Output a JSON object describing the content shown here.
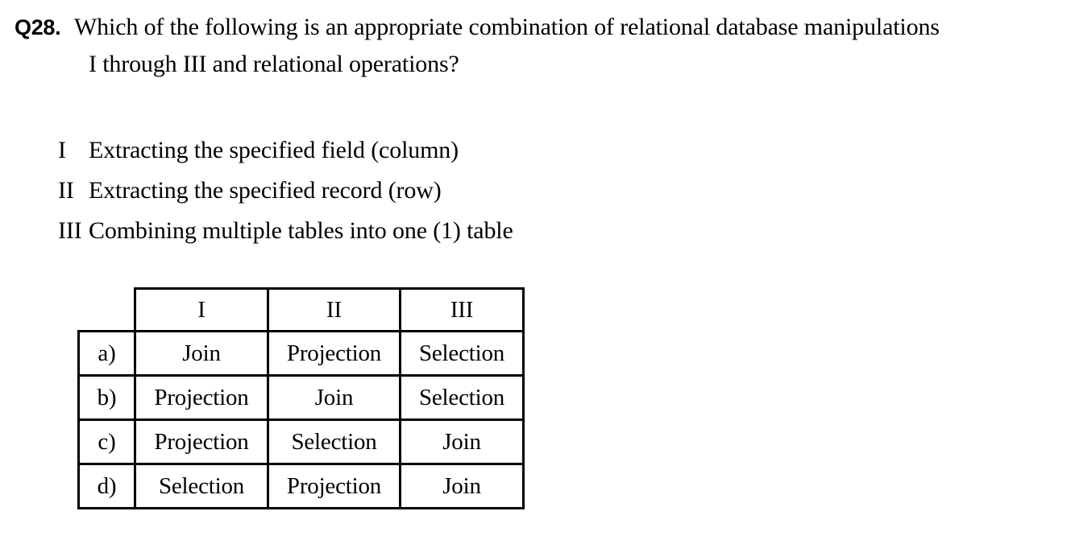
{
  "question": {
    "number": "Q28.",
    "line1": "Which of the following is an appropriate combination of relational database manipulations",
    "line2": "I through III and relational operations?"
  },
  "statements": [
    {
      "numeral": "I",
      "text": "Extracting the specified field (column)"
    },
    {
      "numeral": "II",
      "text": "Extracting the specified record (row)"
    },
    {
      "numeral": "III",
      "text": "Combining multiple tables into one (1) table"
    }
  ],
  "answer_table": {
    "corner_blank": "",
    "headers": [
      "I",
      "II",
      "III"
    ],
    "rows": [
      {
        "label": "a)",
        "cells": [
          "Join",
          "Projection",
          "Selection"
        ]
      },
      {
        "label": "b)",
        "cells": [
          "Projection",
          "Join",
          "Selection"
        ]
      },
      {
        "label": "c)",
        "cells": [
          "Projection",
          "Selection",
          "Join"
        ]
      },
      {
        "label": "d)",
        "cells": [
          "Selection",
          "Projection",
          "Join"
        ]
      }
    ]
  },
  "colors": {
    "text": "#000000",
    "background": "#ffffff",
    "border": "#000000"
  }
}
